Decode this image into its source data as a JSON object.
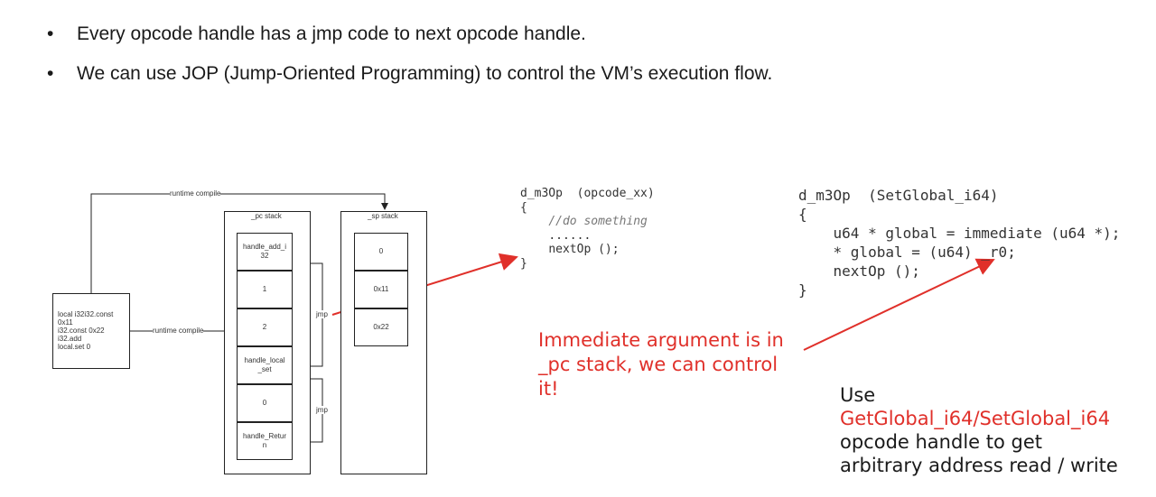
{
  "bullets": [
    "Every opcode handle has a jmp code to next opcode handle.",
    "We can use JOP (Jump-Oriented Programming) to control the VM’s execution flow."
  ],
  "diagram": {
    "source_code": [
      "local i32i32.const",
      "0x11",
      "i32.const 0x22",
      "i32.add",
      "local.set 0"
    ],
    "runtime_compile_top": "runtime compile",
    "runtime_compile_mid": "runtime compile",
    "pc_stack": {
      "title": "_pc stack",
      "cells": [
        [
          "handle_add_i",
          "32"
        ],
        [
          "1"
        ],
        [
          "2"
        ],
        [
          "handle_local",
          "_set"
        ],
        [
          "0"
        ],
        [
          "handle_Retur",
          "n"
        ]
      ]
    },
    "sp_stack": {
      "title": "_sp stack",
      "cells": [
        "0",
        "0x11",
        "0x22"
      ]
    },
    "jmp1": "jmp",
    "jmp2": "jmp"
  },
  "code_block_1": {
    "line1": "d_m3Op  (opcode_xx)",
    "line2": "{",
    "comment": "//do something",
    "dots": "......",
    "next": "nextOp ();",
    "close": "}"
  },
  "code_block_2": {
    "line1": "d_m3Op  (SetGlobal_i64)",
    "line2": "{",
    "line3": "u64 * global = immediate (u64 *);",
    "line4": "* global = (u64) _r0;",
    "line5": "nextOp ();",
    "close": "}"
  },
  "note_immediate": [
    "Immediate argument is in",
    "_pc stack, we can control",
    "it!"
  ],
  "note_use": {
    "line1": "Use",
    "line2": "GetGlobal_i64/SetGlobal_i64",
    "line3": "opcode handle to get",
    "line4": "arbitrary address read / write"
  },
  "colors": {
    "accent_red": "#e0302a",
    "text": "#1a1a1a"
  }
}
